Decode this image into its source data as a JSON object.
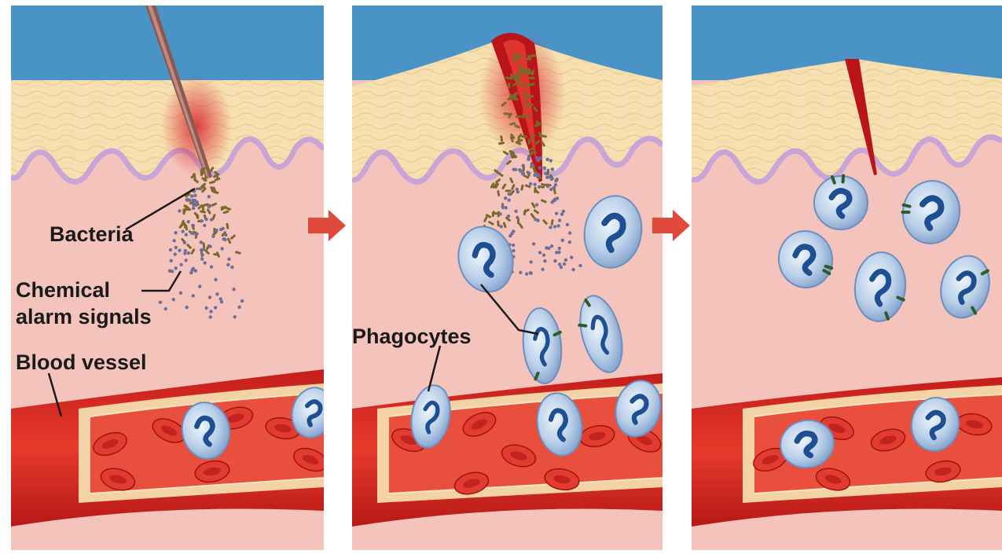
{
  "figure": {
    "panels": [
      {
        "id": "panel-1",
        "caption": ""
      },
      {
        "id": "panel-2",
        "caption": ""
      },
      {
        "id": "panel-3",
        "caption": ""
      }
    ],
    "labels": {
      "bacteria": "Bacteria",
      "chemical_line1": "Chemical",
      "chemical_line2": "alarm signals",
      "blood_vessel": "Blood vessel",
      "phagocytes": "Phagocytes"
    },
    "colors": {
      "sky": "#4a93c6",
      "epidermis": "#f6dfb0",
      "dermis": "#f4c4bc",
      "basement_membrane": "#c9a4d6",
      "vessel_wall": "#f3d3a6",
      "blood": "#d92824",
      "red_cell": "#e23b30",
      "phagocyte": "#a6c3e2",
      "phagocyte_nucleus": "#1f4f93",
      "arrow": "#e14a3a",
      "bacteria": "#7a6a2a",
      "chemical_signal": "#6f6f9a"
    }
  }
}
